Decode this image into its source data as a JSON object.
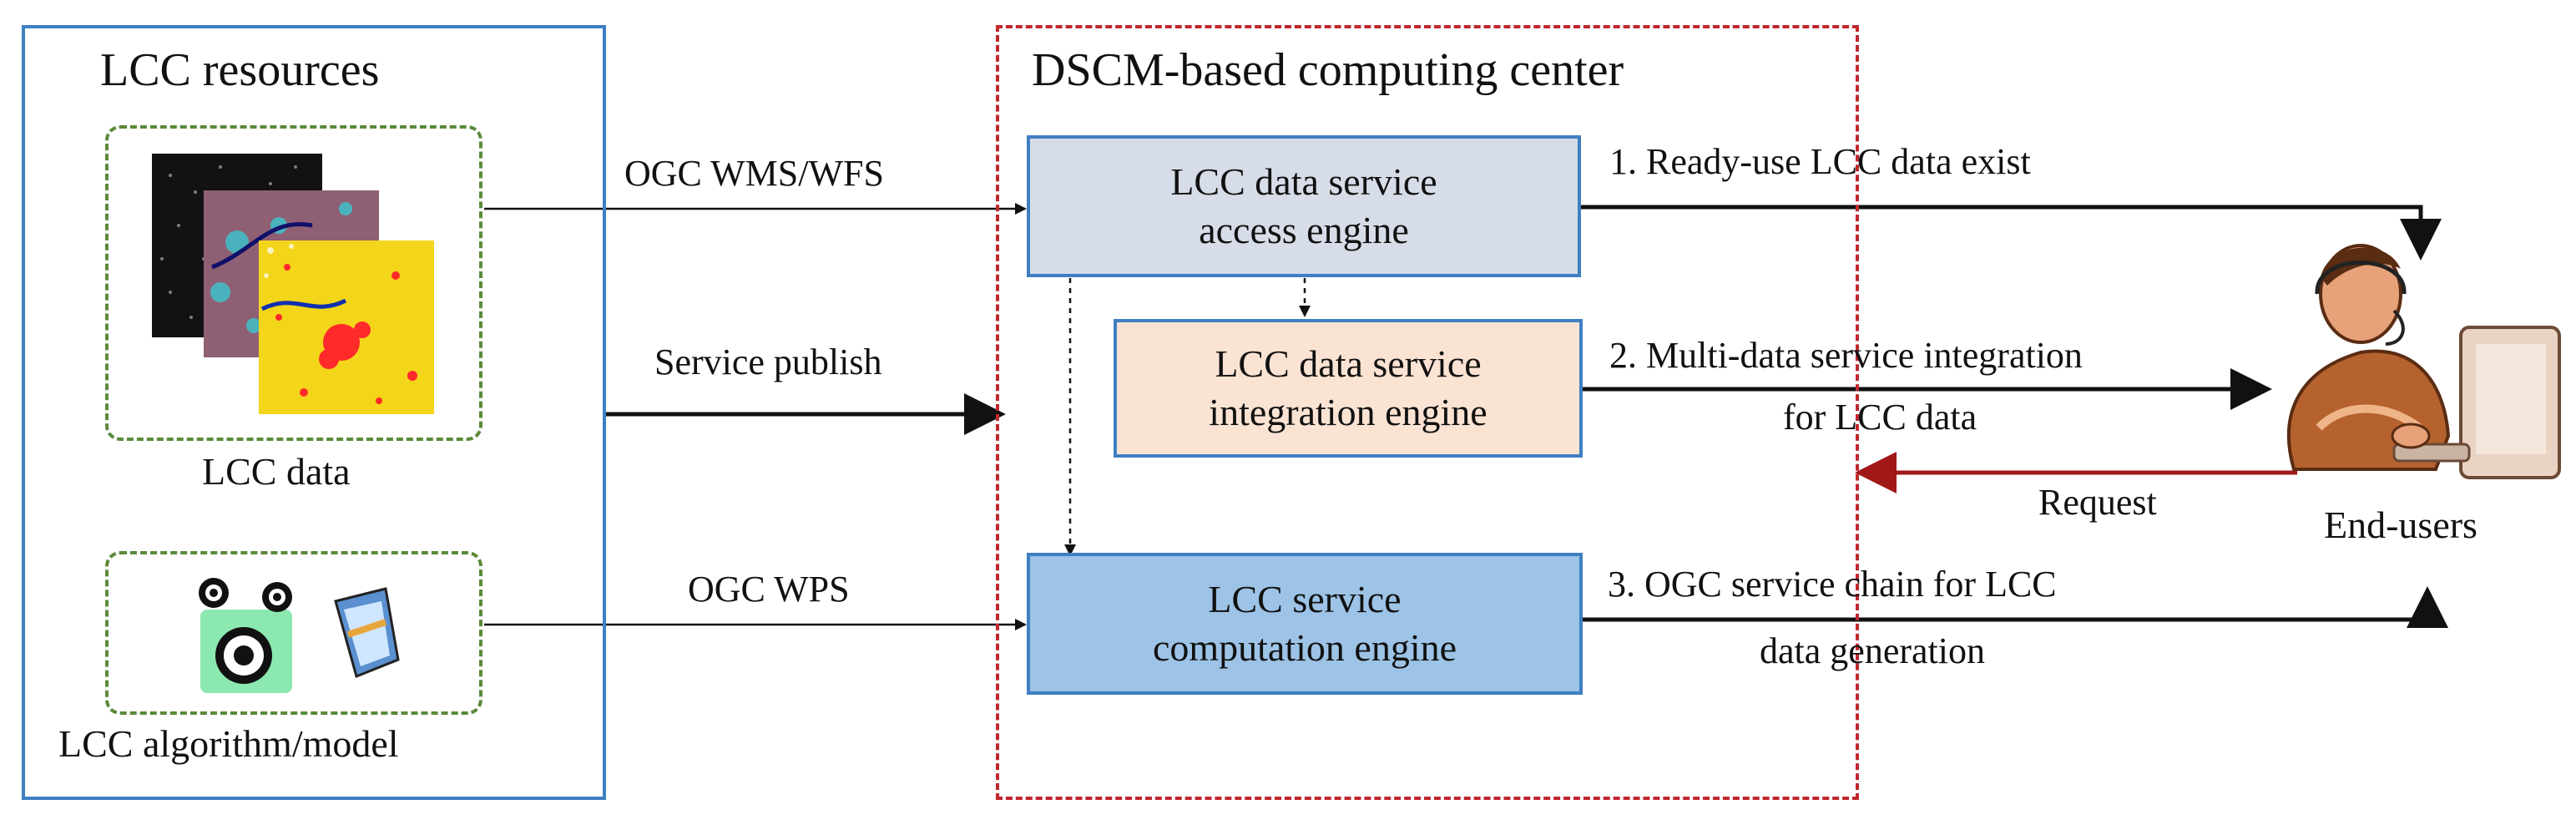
{
  "left_panel": {
    "title": "LCC resources",
    "data_group_label": "LCC data",
    "algorithm_group_label": "LCC algorithm/model"
  },
  "center_panel": {
    "title": "DSCM-based computing center",
    "engines": [
      {
        "line1": "LCC data service",
        "line2": "access engine",
        "fill": "#d6dde8"
      },
      {
        "line1": "LCC data service",
        "line2": "integration engine",
        "fill": "#fbe3d4"
      },
      {
        "line1": "LCC service",
        "line2": "computation engine",
        "fill": "#9dc3e6"
      }
    ]
  },
  "connectors": {
    "ogc_wms_wfs": "OGC WMS/WFS",
    "service_publish": "Service publish",
    "ogc_wps": "OGC WPS"
  },
  "outputs": {
    "ready_use": "1. Ready-use LCC data exist",
    "multi_line1": "2. Multi-data service integration",
    "multi_line2": "for LCC data",
    "chain_line1": "3. OGC service chain for LCC",
    "chain_line2": "data generation",
    "request": "Request"
  },
  "end_users_label": "End-users",
  "colors": {
    "panel_border": "#3f7fc2",
    "center_border": "#c0272d",
    "group_border": "#5b8a3a",
    "request_arrow": "#a01818"
  }
}
